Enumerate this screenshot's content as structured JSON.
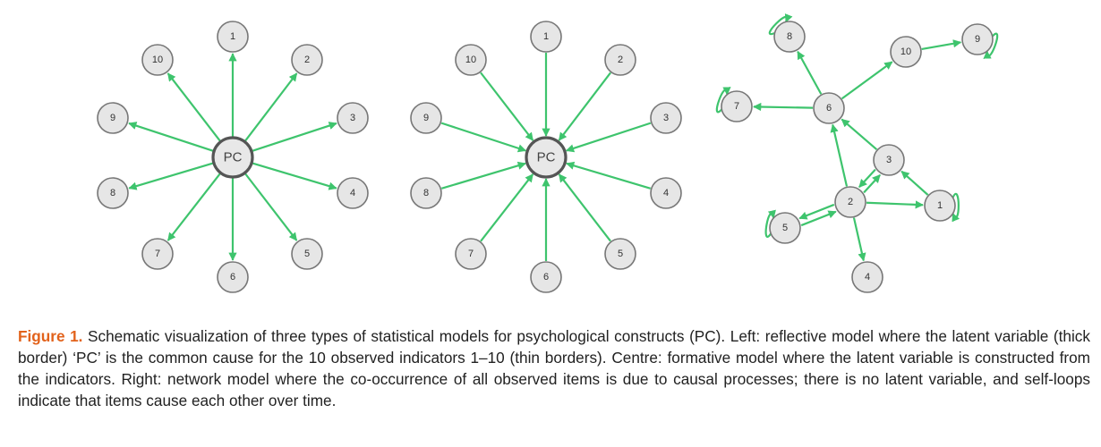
{
  "colors": {
    "edge": "#3ec46d",
    "node_fill": "#e6e6e6",
    "node_stroke": "#777777",
    "caption_label": "#e2621b"
  },
  "panels": [
    {
      "id": "reflective",
      "latent_label": "PC",
      "nodes": [
        "1",
        "2",
        "3",
        "4",
        "5",
        "6",
        "7",
        "8",
        "9",
        "10"
      ],
      "edges": [
        [
          "PC",
          "1"
        ],
        [
          "PC",
          "2"
        ],
        [
          "PC",
          "3"
        ],
        [
          "PC",
          "4"
        ],
        [
          "PC",
          "5"
        ],
        [
          "PC",
          "6"
        ],
        [
          "PC",
          "7"
        ],
        [
          "PC",
          "8"
        ],
        [
          "PC",
          "9"
        ],
        [
          "PC",
          "10"
        ]
      ]
    },
    {
      "id": "formative",
      "latent_label": "PC",
      "nodes": [
        "1",
        "2",
        "3",
        "4",
        "5",
        "6",
        "7",
        "8",
        "9",
        "10"
      ],
      "edges": [
        [
          "1",
          "PC"
        ],
        [
          "2",
          "PC"
        ],
        [
          "3",
          "PC"
        ],
        [
          "4",
          "PC"
        ],
        [
          "5",
          "PC"
        ],
        [
          "6",
          "PC"
        ],
        [
          "7",
          "PC"
        ],
        [
          "8",
          "PC"
        ],
        [
          "9",
          "PC"
        ],
        [
          "10",
          "PC"
        ]
      ]
    },
    {
      "id": "network",
      "nodes": [
        "1",
        "2",
        "3",
        "4",
        "5",
        "6",
        "7",
        "8",
        "9",
        "10"
      ],
      "edges": [
        [
          "6",
          "8"
        ],
        [
          "6",
          "7"
        ],
        [
          "6",
          "10"
        ],
        [
          "10",
          "9"
        ],
        [
          "3",
          "6"
        ],
        [
          "2",
          "6"
        ],
        [
          "2",
          "3"
        ],
        [
          "3",
          "2"
        ],
        [
          "1",
          "3"
        ],
        [
          "2",
          "1"
        ],
        [
          "2",
          "5"
        ],
        [
          "5",
          "2"
        ],
        [
          "2",
          "4"
        ]
      ],
      "self_loops": [
        "8",
        "9",
        "7",
        "1",
        "5"
      ]
    }
  ],
  "caption": {
    "label": "Figure 1.",
    "text": " Schematic visualization of three types of statistical models for psychological constructs (PC). Left: reflective model where the latent variable (thick border) ‘PC’ is the common cause for the 10 observed indicators 1–10 (thin borders). Centre: formative model where the latent variable is constructed from the indicators. Right: network model where the co-occurrence of all observed items is due to causal processes; there is no latent variable, and self-loops indicate that items cause each other over time."
  }
}
